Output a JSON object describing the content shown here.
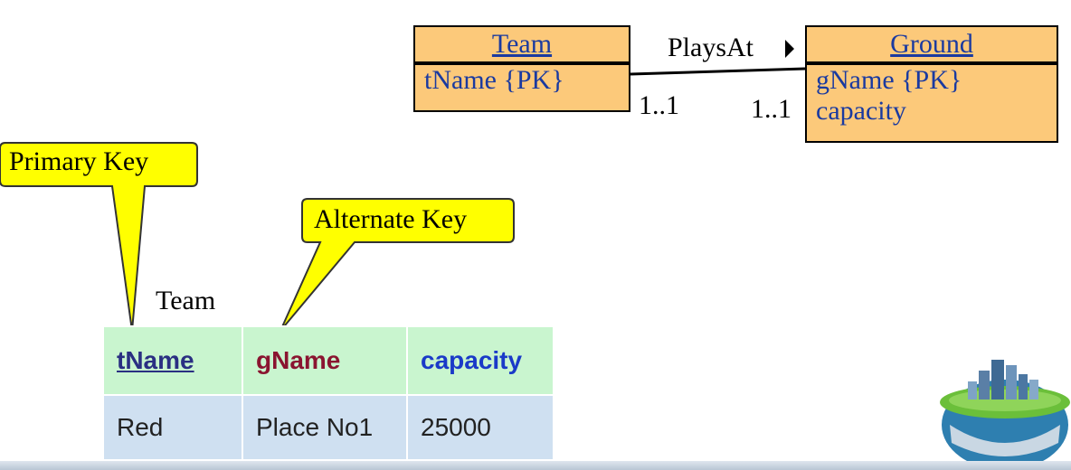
{
  "er": {
    "team": {
      "title": "Team",
      "attrs": [
        "tName {PK}"
      ]
    },
    "ground": {
      "title": "Ground",
      "attrs": [
        "gName {PK}",
        "capacity"
      ]
    },
    "relationship": {
      "name": "PlaysAt",
      "mult_left": "1..1",
      "mult_right": "1..1"
    }
  },
  "callouts": {
    "primary_key": "Primary Key",
    "alternate_key": "Alternate Key"
  },
  "table": {
    "name": "Team",
    "headers": [
      "tName",
      "gName",
      "capacity"
    ],
    "rows": [
      [
        "Red",
        "Place No1",
        "25000"
      ]
    ]
  },
  "colors": {
    "entity_fill": "#fcc97a",
    "entity_text": "#1a3aa0",
    "callout_fill": "#ffff00",
    "header_fill": "#c9f5cf",
    "row_fill": "#cfe0f1"
  }
}
